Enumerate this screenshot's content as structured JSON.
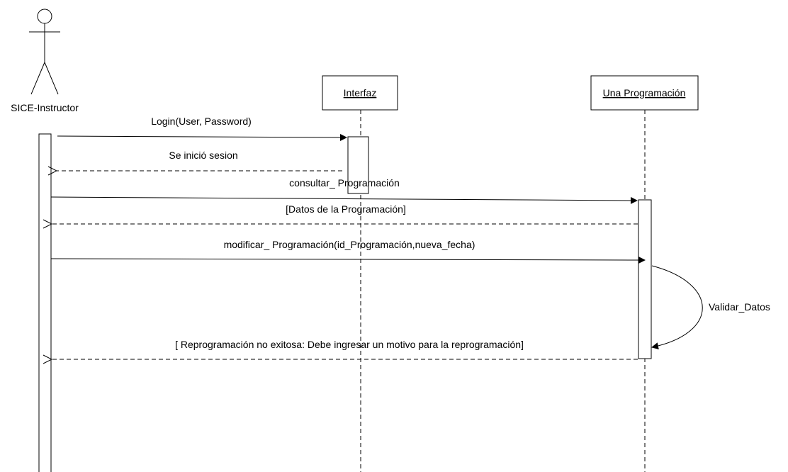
{
  "diagram": {
    "actor": {
      "name": "SICE-Instructor"
    },
    "objects": [
      {
        "name": "Interfaz"
      },
      {
        "name": "Una Programación"
      }
    ],
    "messages": [
      {
        "label": "Login(User, Password)"
      },
      {
        "label": "Se inició sesion"
      },
      {
        "label": "consultar_ Programación"
      },
      {
        "label": "[Datos de la Programación]"
      },
      {
        "label": "modificar_ Programación(id_Programación,nueva_fecha)"
      },
      {
        "label": "Validar_Datos"
      },
      {
        "label": "[ Reprogramación no exitosa: Debe ingresar un motivo para la reprogramación]"
      }
    ]
  }
}
